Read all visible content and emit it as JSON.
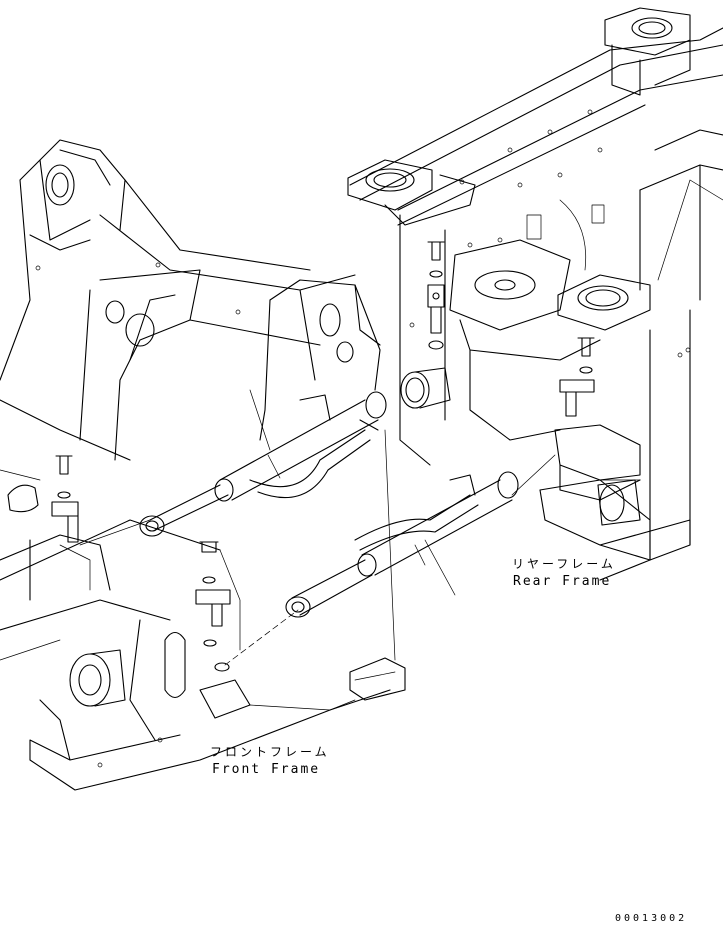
{
  "labels": {
    "rear_frame_jp": "リヤーフレーム",
    "rear_frame_en": "Rear Frame",
    "front_frame_jp": "フロントフレーム",
    "front_frame_en": "Front Frame"
  },
  "part_number": "00013002"
}
